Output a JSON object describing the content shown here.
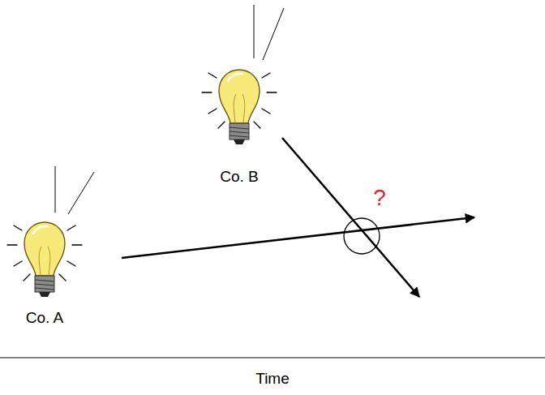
{
  "diagram": {
    "nodes": [
      {
        "text": [
          "Co. A"
        ]
      },
      {
        "text": [
          "Co. B"
        ]
      }
    ],
    "labels": [
      "?",
      "Time"
    ]
  }
}
